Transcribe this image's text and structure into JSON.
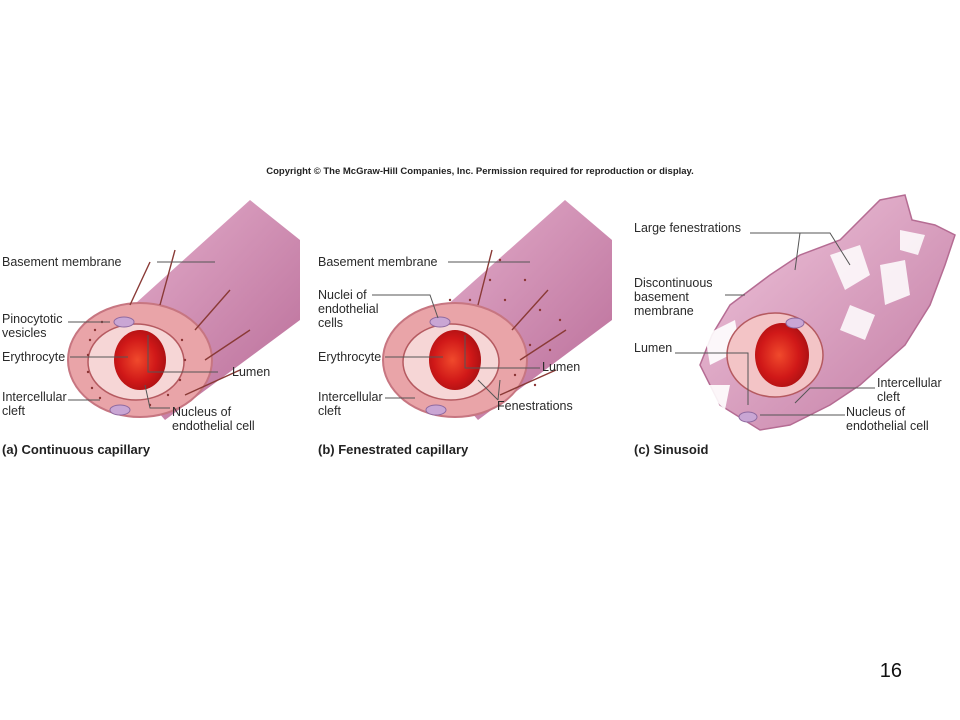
{
  "copyright": "Copyright © The McGraw-Hill Companies, Inc. Permission required for reproduction or display.",
  "panels": [
    {
      "caption": "(a) Continuous capillary",
      "labels": {
        "basement_membrane": "Basement membrane",
        "pinocytotic_vesicles": "Pinocytotic\nvesicles",
        "erythrocyte": "Erythrocyte",
        "lumen": "Lumen",
        "intercellular_cleft": "Intercellular\ncleft",
        "nucleus": "Nucleus of\nendothelial cell"
      }
    },
    {
      "caption": "(b) Fenestrated capillary",
      "labels": {
        "basement_membrane": "Basement membrane",
        "nuclei": "Nuclei of\nendothelial\ncells",
        "erythrocyte": "Erythrocyte",
        "lumen": "Lumen",
        "intercellular_cleft": "Intercellular\ncleft",
        "fenestrations": "Fenestrations"
      }
    },
    {
      "caption": "(c) Sinusoid",
      "labels": {
        "large_fenestrations": "Large fenestrations",
        "discontinuous_membrane": "Discontinuous\nbasement\nmembrane",
        "lumen": "Lumen",
        "intercellular_cleft": "Intercellular\ncleft",
        "nucleus": "Nucleus of\nendothelial cell"
      }
    }
  ],
  "page_number": "16",
  "colors": {
    "vessel_outer": "#d98fb0",
    "vessel_wall": "#e8a0a6",
    "erythrocyte": "#d81a1a",
    "nucleus": "#c9a6d4"
  }
}
